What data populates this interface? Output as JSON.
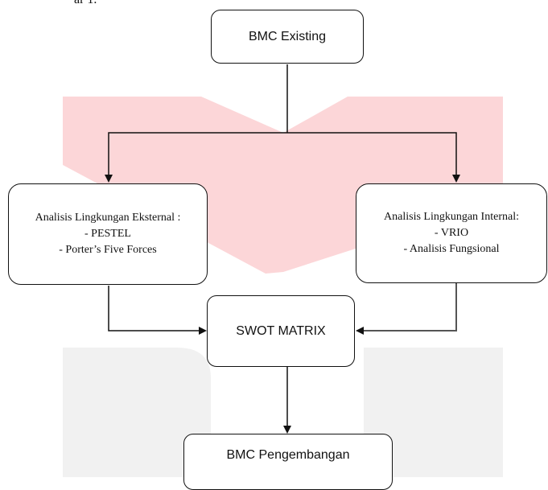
{
  "page_caption_cut": "ar 1.",
  "colors": {
    "watermark_pink": "#fcd2d4",
    "watermark_gray": "#f1f1f1",
    "stroke": "#111111",
    "arrow_internal": "#555555"
  },
  "nodes": {
    "bmc_existing": {
      "label": "BMC Existing"
    },
    "external": {
      "title": "Analisis Lingkungan Eksternal :",
      "items": [
        "- PESTEL",
        "- Porter’s Five Forces"
      ]
    },
    "internal": {
      "title": "Analisis Lingkungan Internal:",
      "items": [
        "- VRIO",
        "- Analisis Fungsional"
      ]
    },
    "swot": {
      "label": "SWOT MATRIX"
    },
    "bmc_dev": {
      "label": "BMC Pengembangan"
    }
  }
}
